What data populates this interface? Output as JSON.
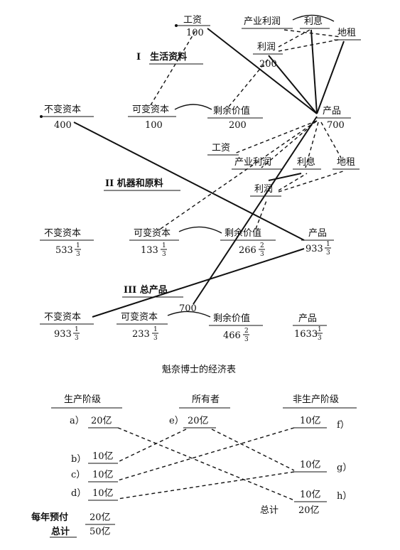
{
  "labels": {
    "wage": "工资",
    "industrial_profit": "产业利润",
    "interest": "利息",
    "rent": "地租",
    "profit": "利润",
    "constant_capital": "不变资本",
    "variable_capital": "可变资本",
    "surplus_value": "剩余价值",
    "product": "产品",
    "section_1": "I　生活资料",
    "section_2": "II 机器和原料",
    "section_3": "III 总产品",
    "title": "魁奈博士的经济表",
    "productive_class": "生产阶级",
    "owners": "所有者",
    "sterile_class": "非生产阶级",
    "annual_advance": "每年预付",
    "total": "总计"
  },
  "values": {
    "s1_wage": "100",
    "s1_profit": "200",
    "s1_constant": "400",
    "s1_variable": "100",
    "s1_surplus": "200",
    "s1_product": "700",
    "s2_constant": "533",
    "s2_variable": "133",
    "s2_surplus": "266",
    "s2_product": "933",
    "s3_line_label": "700",
    "s3_constant": "933",
    "s3_variable": "233",
    "s3_surplus": "466",
    "s3_product": "1633",
    "frac_1_3_num": "1",
    "frac_2_3_num": "2",
    "frac_den": "3"
  },
  "tableau": {
    "a_letter": "a）",
    "a_value": "20亿",
    "b_letter": "b）",
    "b_value": "10亿",
    "c_letter": "c）",
    "c_value": "10亿",
    "d_letter": "d）",
    "d_value": "10亿",
    "e_letter": "e）",
    "e_value": "20亿",
    "f_letter": "f）",
    "f_value": "10亿",
    "g_letter": "g）",
    "g_value": "10亿",
    "h_letter": "h）",
    "h_value": "10亿",
    "right_total": "20亿",
    "left_advance": "20亿",
    "left_total": "50亿"
  }
}
